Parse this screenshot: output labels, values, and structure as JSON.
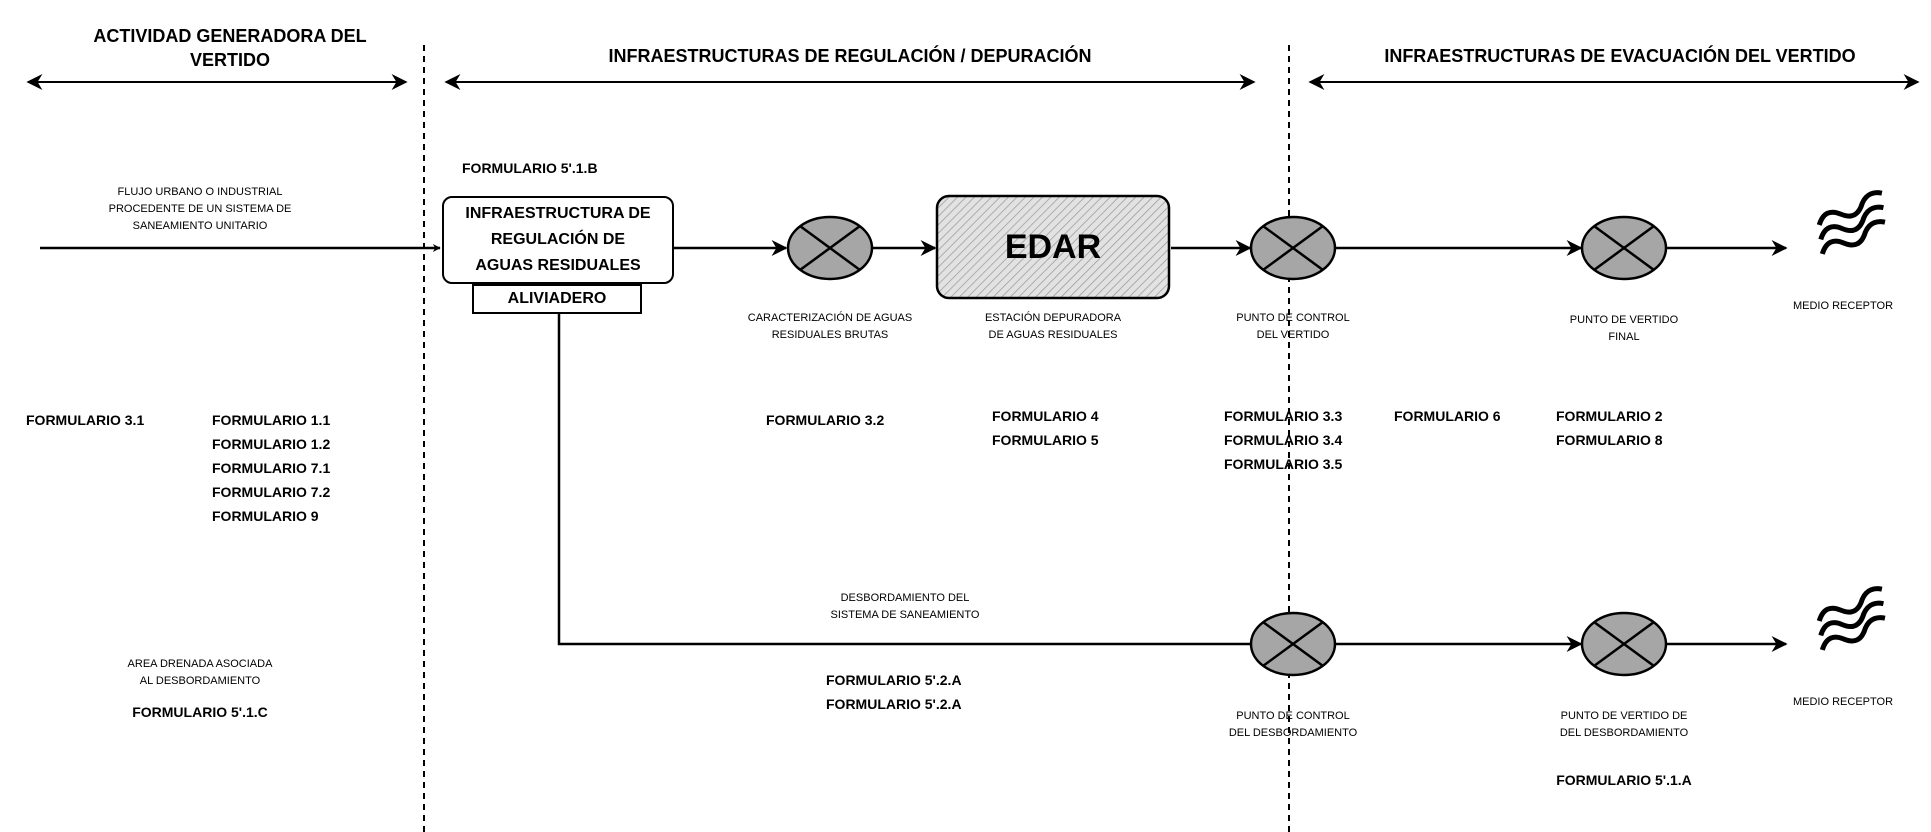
{
  "headers": {
    "actividad": "ACTIVIDAD GENERADORA DEL\nVERTIDO",
    "regulacion": "INFRAESTRUCTURAS DE REGULACIÓN / DEPURACIÓN",
    "evacuacion": "INFRAESTRUCTURAS DE EVACUACIÓN DEL VERTIDO"
  },
  "inflow_label": "FLUJO URBANO O INDUSTRIAL\nPROCEDENTE DE UN SISTEMA DE\nSANEAMIENTO UNITARIO",
  "regulation_box": {
    "form": "FORMULARIO 5'.1.B",
    "title": "INFRAESTRUCTURA DE\nREGULACIÓN DE\nAGUAS RESIDUALES",
    "overflow": "ALIVIADERO"
  },
  "edar": {
    "title": "EDAR",
    "label": "ESTACIÓN DEPURADORA\nDE AGUAS RESIDUALES",
    "forms": "FORMULARIO 4\nFORMULARIO 5"
  },
  "nodes": {
    "caracterizacion": {
      "label": "CARACTERIZACIÓN DE AGUAS\nRESIDUALES BRUTAS",
      "forms": "FORMULARIO 3.2"
    },
    "control_vertido": {
      "label": "PUNTO DE CONTROL\nDEL VERTIDO",
      "forms": "FORMULARIO 3.3\nFORMULARIO 3.4\nFORMULARIO 3.5"
    },
    "vertido_final": {
      "label": "PUNTO DE VERTIDO\nFINAL",
      "forms": "FORMULARIO 2\nFORMULARIO 8"
    },
    "control_desbordamiento": {
      "label": "PUNTO DE CONTROL\nDEL DESBORDAMIENTO"
    },
    "vertido_desbordamiento": {
      "label": "PUNTO DE VERTIDO DE\nDEL DESBORDAMIENTO",
      "forms": "FORMULARIO 5'.1.A"
    }
  },
  "form_6": "FORMULARIO 6",
  "activity_forms": {
    "col1": "FORMULARIO 3.1",
    "col2": "FORMULARIO 1.1\nFORMULARIO 1.2\nFORMULARIO 7.1\nFORMULARIO 7.2\nFORMULARIO 9"
  },
  "overflow_line": {
    "label": "DESBORDAMIENTO DEL\nSISTEMA DE SANEAMIENTO",
    "forms": "FORMULARIO 5'.2.A\nFORMULARIO 5'.2.A"
  },
  "drained_area": {
    "label": "AREA DRENADA ASOCIADA\nAL DESBORDAMIENTO",
    "form": "FORMULARIO 5'.1.C"
  },
  "receptor_top": "MEDIO RECEPTOR",
  "receptor_bottom": "MEDIO RECEPTOR",
  "colors": {
    "node_fill": "#a6a6a6",
    "edar_fill": "#dcdcdc",
    "stroke": "#000000"
  }
}
